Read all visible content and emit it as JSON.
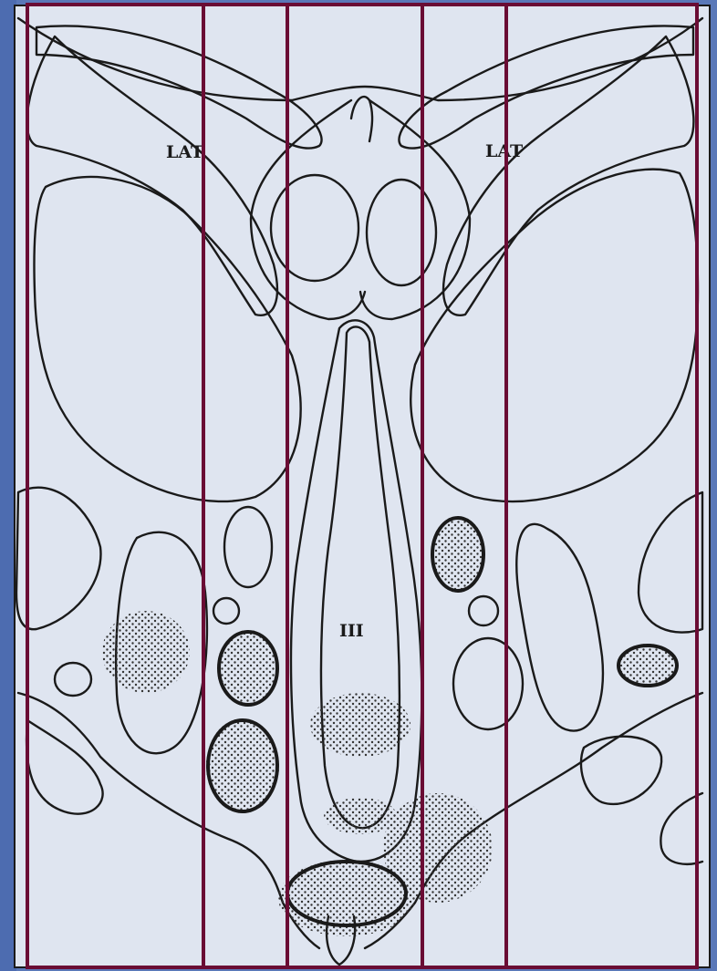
{
  "figure": {
    "labels": {
      "lat_left": "LAT",
      "lat_right": "LAT",
      "third_ventricle": "III"
    },
    "colors": {
      "slide_background": "#5a78b8",
      "panel": "#dfe5f0",
      "outline": "#1a1a1a",
      "stipple": "#333333",
      "divider": "#6a0c34"
    }
  }
}
